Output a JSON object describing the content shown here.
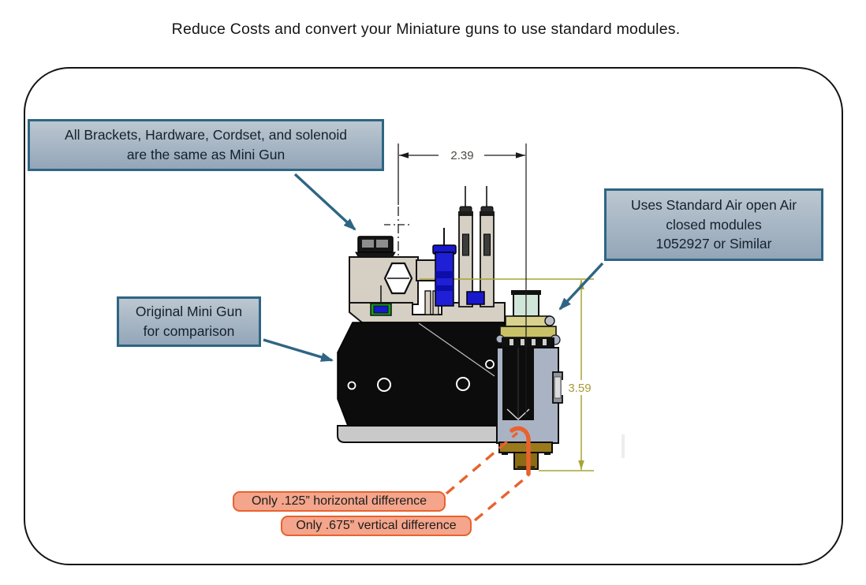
{
  "title": "Reduce Costs and convert your Miniature guns to use standard modules.",
  "callouts": {
    "brackets": {
      "line1": "All Brackets, Hardware, Cordset, and solenoid",
      "line2": "are the same as Mini Gun"
    },
    "modules": {
      "line1": "Uses Standard Air open Air",
      "line2": "closed modules",
      "line3": "1052927 or Similar"
    },
    "original": {
      "line1": "Original Mini Gun",
      "line2": "for comparison"
    }
  },
  "dimensions": {
    "horizontal": "2.39",
    "vertical": "3.59"
  },
  "notes": {
    "horizontal_diff": "Only .125” horizontal difference",
    "vertical_diff": "Only .675” vertical difference"
  },
  "colors": {
    "callout_border": "#2e6584",
    "callout_fill_top": "#bcc7d1",
    "callout_fill_bottom": "#93a6b8",
    "leader_arrow": "#2e6584",
    "dimension_black": "#1a1a1a",
    "dimension_olive": "#a8a432",
    "note_border": "#e8622d",
    "note_fill": "#f4a58b",
    "highlight_orange": "#e8622d",
    "solenoid_blue": "#1f1fd6",
    "bracket_tan": "#d6cfc3",
    "module_gray_blue": "#aab3c4",
    "module_mint": "#cfe6d8",
    "module_olive": "#c9c167",
    "nozzle_brass": "#9a7a1d"
  }
}
